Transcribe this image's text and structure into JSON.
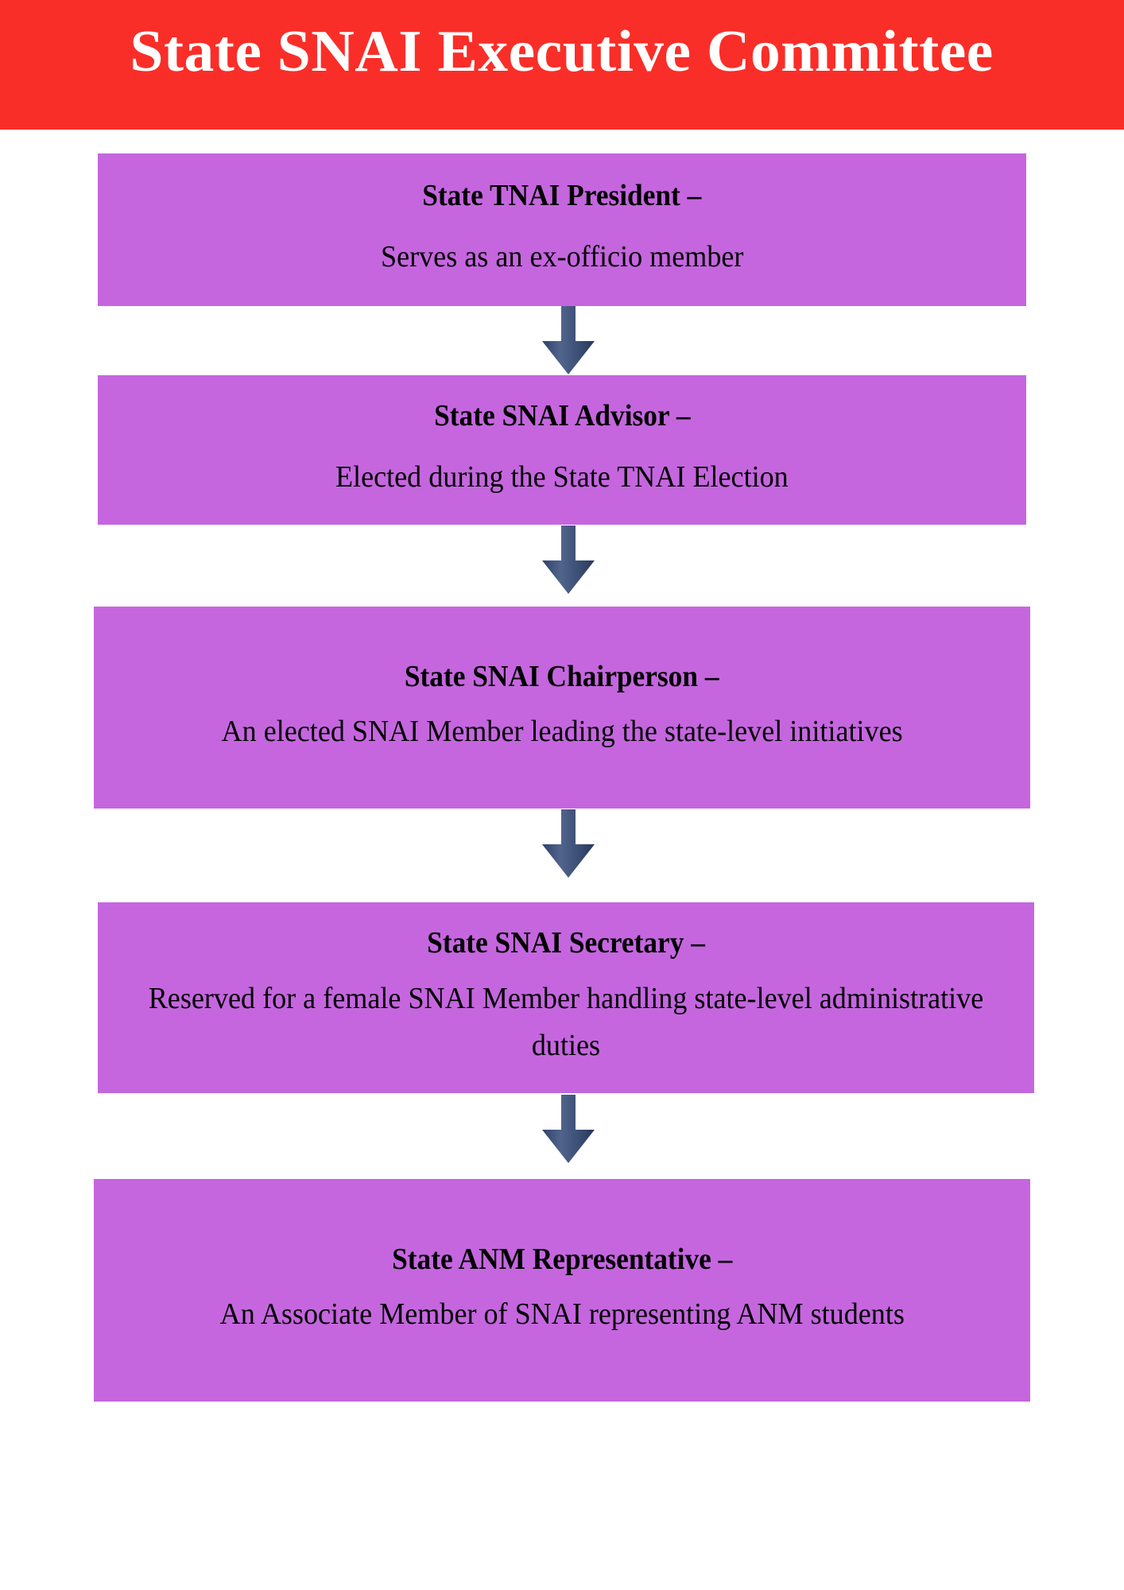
{
  "header": {
    "title": "State SNAI Executive Committee",
    "background_color": "#FA2E28",
    "text_color": "#FFFFFF"
  },
  "theme": {
    "box_fill": "#C566DF",
    "box_text": "#000000",
    "arrow_color": "#3F5277",
    "page_background": "#FFFFFF"
  },
  "flowchart": {
    "type": "vertical-flow",
    "arrow_icon": "down-arrow-icon",
    "nodes": [
      {
        "id": "state-tnai-president",
        "title": "State TNAI President –",
        "description": "Serves as an ex-officio member"
      },
      {
        "id": "state-snai-advisor",
        "title": "State SNAI Advisor –",
        "description": "Elected during the State TNAI Election"
      },
      {
        "id": "state-snai-chairperson",
        "title": "State SNAI Chairperson –",
        "description": "An elected SNAI Member leading the state-level initiatives"
      },
      {
        "id": "state-snai-secretary",
        "title": "State SNAI Secretary –",
        "description": "Reserved for a female SNAI Member handling state-level administrative duties"
      },
      {
        "id": "state-anm-representative",
        "title": "State ANM Representative –",
        "description": "An Associate Member of SNAI representing ANM students"
      }
    ]
  }
}
